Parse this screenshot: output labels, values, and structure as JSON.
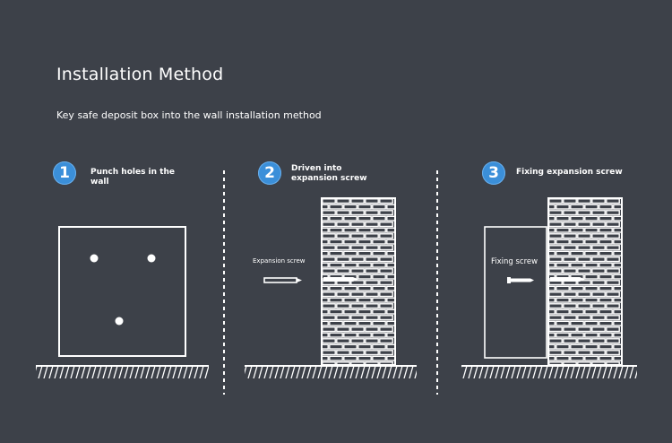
{
  "header": {
    "title": "Installation Method",
    "subtitle": "Key safe deposit box into the wall installation method"
  },
  "steps": [
    {
      "number": "1",
      "label": "Punch holes in the wall"
    },
    {
      "number": "2",
      "label": "Driven into expansion screw"
    },
    {
      "number": "3",
      "label": "Fixing expansion screw"
    }
  ],
  "labels": {
    "expansion_screw": "Expansion screw",
    "fixing_screw": "Fixing screw"
  },
  "colors": {
    "background": "#3d4149",
    "badge": "#3b8fd9",
    "line": "#ffffff"
  }
}
